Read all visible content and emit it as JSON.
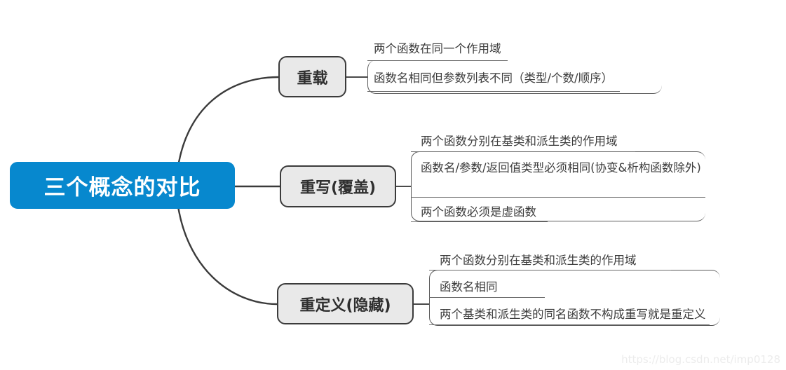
{
  "diagram": {
    "title": "三个概念的对比",
    "accent_color": "#0788ce",
    "node_fill": "#e9e9e9",
    "node_border": "#3b3b3b",
    "text_color": "#3c3c3c",
    "branches": [
      {
        "label": "重载",
        "leaves": [
          "两个函数在同一个作用域",
          "函数名相同但参数列表不同（类型/个数/顺序）"
        ]
      },
      {
        "label": "重写(覆盖)",
        "leaves": [
          "两个函数分别在基类和派生类的作用域",
          "函数名/参数/返回值类型必须相同(协变&析构函数除外)",
          "两个函数必须是虚函数"
        ]
      },
      {
        "label": "重定义(隐藏)",
        "leaves": [
          "两个函数分别在基类和派生类的作用域",
          "函数名相同",
          "两个基类和派生类的同名函数不构成重写就是重定义"
        ]
      }
    ]
  },
  "watermark": {
    "text": "https://blog.csdn.net/imp0128"
  }
}
